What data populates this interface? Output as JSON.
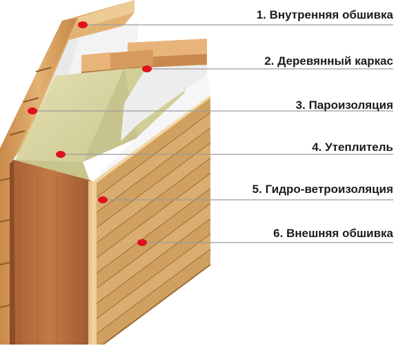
{
  "colors": {
    "marker": "#e0101c",
    "leader_line": "#9a9a9a",
    "wood_light": "#e7bd7e",
    "wood_mid": "#d09a55",
    "wood_dark": "#a8692e",
    "wood_edge": "#f3d3a0",
    "insulation_face": "#dcd9a4",
    "insulation_top": "#bdb77c",
    "membrane": "#f4f4f4",
    "interior_board": "#b86d3c"
  },
  "layers": [
    {
      "label": "1. Внутренняя обшивка",
      "icon": "red-dot-marker"
    },
    {
      "label": "2. Деревянный каркас",
      "icon": "red-dot-marker"
    },
    {
      "label": "3. Пароизоляция",
      "icon": "red-dot-marker"
    },
    {
      "label": "4. Утеплитель",
      "icon": "red-dot-marker"
    },
    {
      "label": "5. Гидро-ветроизоляция",
      "icon": "red-dot-marker"
    },
    {
      "label": "6. Внешняя обшивка",
      "icon": "red-dot-marker"
    }
  ]
}
